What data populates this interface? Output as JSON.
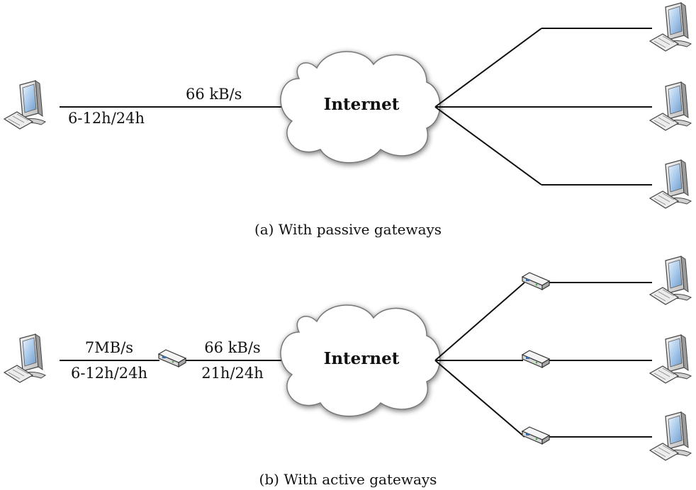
{
  "diagram_a": {
    "cloud_label": "Internet",
    "link_speed": "66 kB/s",
    "link_uptime": "6-12h/24h",
    "caption": "(a) With passive gateways"
  },
  "diagram_b": {
    "cloud_label": "Internet",
    "local_speed": "7MB/s",
    "local_uptime": "6-12h/24h",
    "wan_speed": "66 kB/s",
    "wan_uptime": "21h/24h",
    "caption": "(b) With active gateways"
  },
  "icons": [
    "computer-icon",
    "gateway-icon",
    "cloud-icon"
  ],
  "colors": {
    "line": "#111111",
    "screen": "#b8d4ef",
    "device": "#e6e6e6"
  }
}
